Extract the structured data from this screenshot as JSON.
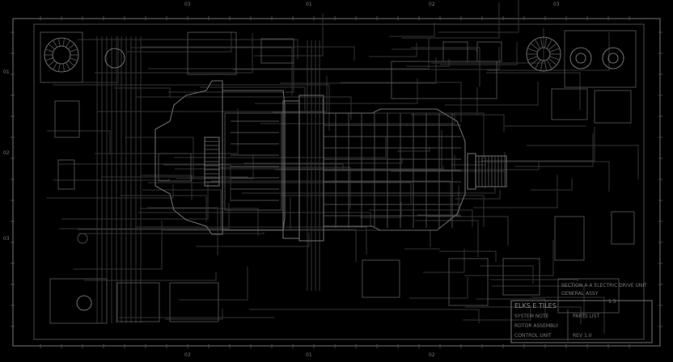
{
  "drawing": {
    "grid_labels_top": [
      "03",
      "01",
      "02",
      "03"
    ],
    "grid_labels_bottom": [
      "03",
      "01",
      "02"
    ],
    "grid_labels_side": [
      "01",
      "02",
      "03"
    ],
    "title_block": {
      "title": "ELKS E TILES",
      "notes": [
        "SYSTEM NOTE",
        "ROTOR ASSEMBLY",
        "CONTROL UNIT",
        "PARTS LIST",
        "REV 1.0"
      ]
    },
    "spec_table": {
      "lines": [
        "SECTION A-A ELECTRIC DRIVE UNIT",
        "GENERAL ASSY",
        "1:5"
      ]
    },
    "colors": {
      "background": "#000000",
      "line": "#4a4a4a",
      "highlight": "#6a6a6a"
    }
  }
}
